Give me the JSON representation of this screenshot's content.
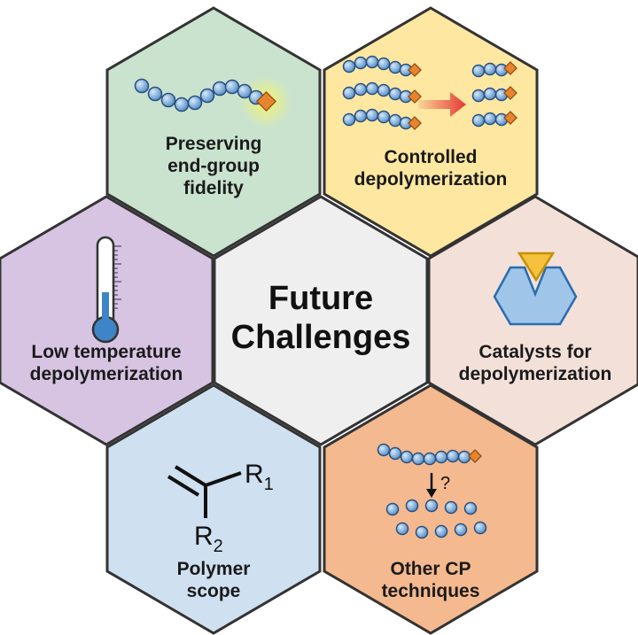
{
  "center": {
    "line1": "Future",
    "line2": "Challenges",
    "fill": "#efefef"
  },
  "cells": {
    "top_left": {
      "lines": [
        "Preserving",
        "end-group",
        "fidelity"
      ],
      "fill": "#c9e3cf"
    },
    "top_right": {
      "lines": [
        "Controlled",
        "depolymerization"
      ],
      "fill": "#fde7a1"
    },
    "mid_left": {
      "lines": [
        "Low temperature",
        "depolymerization"
      ],
      "fill": "#d7c3e2"
    },
    "mid_right": {
      "lines": [
        "Catalysts for",
        "depolymerization"
      ],
      "fill": "#f3e1d9"
    },
    "bottom_left": {
      "lines": [
        "Polymer",
        "scope"
      ],
      "fill": "#cfe0f1",
      "r1": "R",
      "r1_sub": "1",
      "r2": "R",
      "r2_sub": "2"
    },
    "bottom_right": {
      "lines": [
        "Other CP",
        "techniques"
      ],
      "fill": "#f4b98f",
      "question": "?"
    }
  },
  "colors": {
    "bead": "#6fa8dc",
    "bead_stroke": "#2b4f7e",
    "end_group": "#e8842e",
    "hex_stroke": "#333333",
    "arrow": "#e53935",
    "catalyst_body": "#9fc5e8",
    "catalyst_tip": "#f6c23e",
    "thermo_liquid": "#3d85c6"
  },
  "icons": {
    "top_left": "polymer-chain-icon",
    "top_right": "controlled-depolymerization-icon",
    "mid_left": "thermometer-icon",
    "mid_right": "catalyst-icon",
    "bottom_left": "vinyl-monomer-icon",
    "bottom_right": "chain-to-monomers-icon"
  }
}
